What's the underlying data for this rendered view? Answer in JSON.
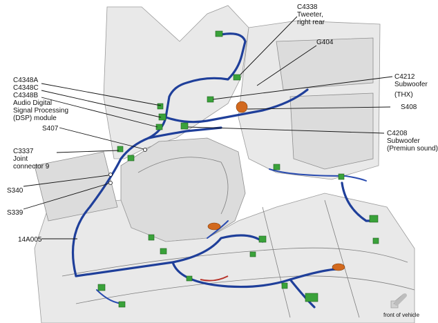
{
  "labels": {
    "c4338": [
      "C4338",
      "Tweeter,",
      "right rear"
    ],
    "g404": [
      "G404"
    ],
    "c4348a": [
      "C4348A"
    ],
    "c4348c": [
      "C4348C"
    ],
    "c4348b": [
      "C4348B",
      "Audio Digital",
      "Signal Processing",
      "(DSP) module"
    ],
    "c4212": [
      "C4212",
      "Subwoofer",
      "(THX)"
    ],
    "s408": [
      "S408"
    ],
    "s407": [
      "S407"
    ],
    "c4208": [
      "C4208",
      "Subwoofer",
      "(Premiun sound)"
    ],
    "c3337": [
      "C3337",
      "Joint",
      "connector 9"
    ],
    "s340": [
      "S340"
    ],
    "s339": [
      "S339"
    ],
    "harness_14a005": [
      "14A005"
    ],
    "front_of_vehicle": [
      "front of vehicle"
    ]
  },
  "colors": {
    "harness": "#1f3f9a",
    "connector": "#3aa23a",
    "grommet": "#d2691e",
    "body_panel": "#e9e9e9"
  },
  "icons": {
    "direction_arrow": "arrow-down-left-icon"
  }
}
